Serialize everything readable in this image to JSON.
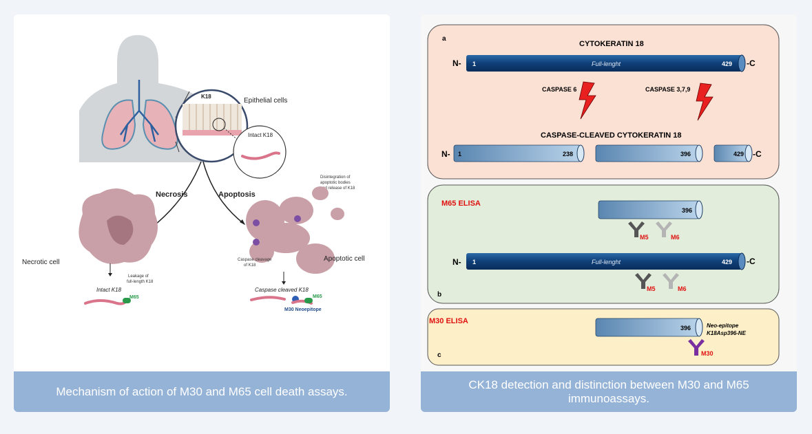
{
  "cards": [
    {
      "caption": "Mechanism of action of M30 and M65 cell death assays.",
      "figure": {
        "k18": "K18",
        "epithelial": "Epithelial cells",
        "intact_k18": "Intact K18",
        "necrosis": "Necrosis",
        "apoptosis": "Apoptosis",
        "disintegration_1": "Disintegration of",
        "disintegration_2": "apoptotic bodies",
        "disintegration_3": "and release of K18",
        "necrotic_cell": "Necrotic cell",
        "apoptotic_cell": "Apoptotic cell",
        "leakage_1": "Leakage of",
        "leakage_2": "full-length K18",
        "caspase_cleavage_1": "Caspase cleavage",
        "caspase_cleavage_2": "of K18",
        "intact_k18_italic": "Intact K18",
        "caspase_cleaved_k18": "Caspase cleaved K18",
        "m65_left": "M65",
        "m65_right": "M65",
        "m30_neoepitope": "M30 Neoepitope"
      }
    },
    {
      "caption": "CK18 detection and distinction between M30 and M65 immunoassays.",
      "figure": {
        "panel_a": "a",
        "panel_b": "b",
        "panel_c": "c",
        "cytokeratin_title": "CYTOKERATIN 18",
        "n_term": "N-",
        "c_term": "-C",
        "pos_1": "1",
        "pos_238": "238",
        "pos_396": "396",
        "pos_429": "429",
        "full_length": "Full-lenght",
        "caspase6": "CASPASE 6",
        "caspase379": "CASPASE 3,7,9",
        "cleaved_title": "CASPASE-CLEAVED CYTOKERATIN 18",
        "m65_elisa": "M65 ELISA",
        "m30_elisa": "M30 ELISA",
        "m5": "M5",
        "m6": "M6",
        "m30": "M30",
        "neo_1": "Neo-epitope",
        "neo_2": "K18Asp396-NE"
      }
    }
  ]
}
